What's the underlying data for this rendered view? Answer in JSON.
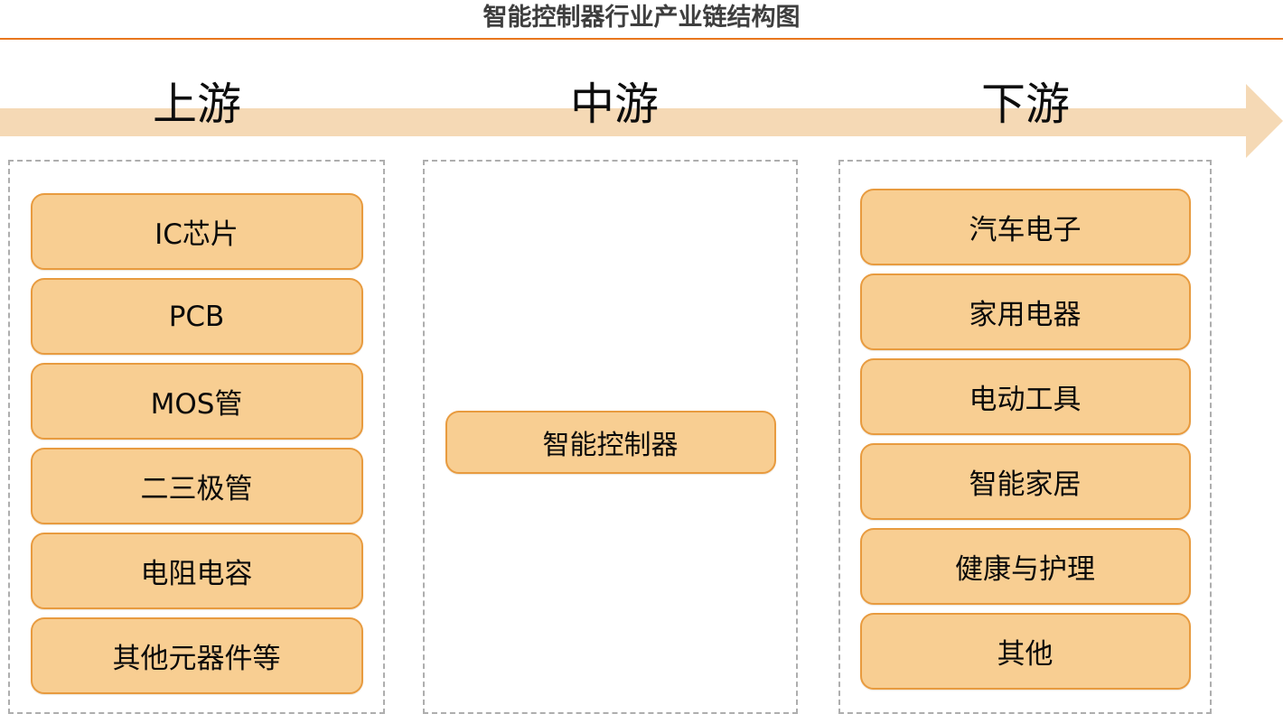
{
  "header": {
    "title": "智能控制器行业产业链结构图",
    "rule_color": "#E8761E"
  },
  "arrow": {
    "color": "#F5D9B5",
    "direction": "left-to-right"
  },
  "stages": [
    {
      "label": "上游"
    },
    {
      "label": "中游"
    },
    {
      "label": "下游"
    }
  ],
  "palette": {
    "pill_fill": "#F8CE92",
    "pill_border": "#E89B3F",
    "dashed_border": "#AEAEAE",
    "title_text": "#3E3E3E",
    "band": "#F5D9B5"
  },
  "columns": {
    "upstream": {
      "items": [
        {
          "label": "IC芯片"
        },
        {
          "label": "PCB"
        },
        {
          "label": "MOS管"
        },
        {
          "label": "二三极管"
        },
        {
          "label": "电阻电容"
        },
        {
          "label": "其他元器件等"
        }
      ]
    },
    "midstream": {
      "items": [
        {
          "label": "智能控制器"
        }
      ]
    },
    "downstream": {
      "items": [
        {
          "label": "汽车电子"
        },
        {
          "label": "家用电器"
        },
        {
          "label": "电动工具"
        },
        {
          "label": "智能家居"
        },
        {
          "label": "健康与护理"
        },
        {
          "label": "其他"
        }
      ]
    }
  }
}
